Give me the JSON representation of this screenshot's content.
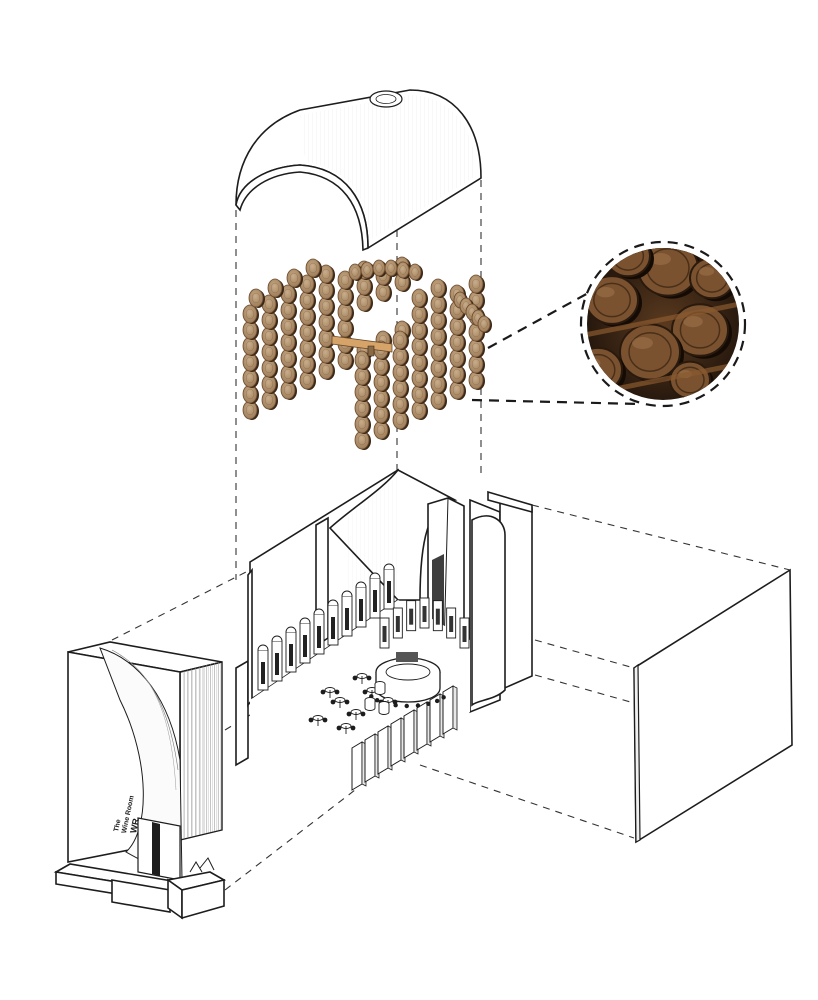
{
  "diagram": {
    "type": "exploded-axonometric",
    "components": [
      "vault-roof",
      "barrel-wall",
      "interior-room",
      "entrance-facade",
      "side-panel"
    ],
    "palette": {
      "line": "#1d1d1d",
      "barrel_face": "#b89a78",
      "barrel_rim": "#6b4a2c",
      "barrel_shadow": "#3a2716",
      "photo_dark": "#2a1a0e",
      "photo_wood": "#7a5230",
      "background": "#ffffff"
    },
    "detail_callout": {
      "shape": "dashed-circle",
      "content": "stacked wine barrels photo"
    },
    "signage": {
      "text_lines": [
        "The",
        "Wine Room",
        "WR"
      ]
    }
  }
}
